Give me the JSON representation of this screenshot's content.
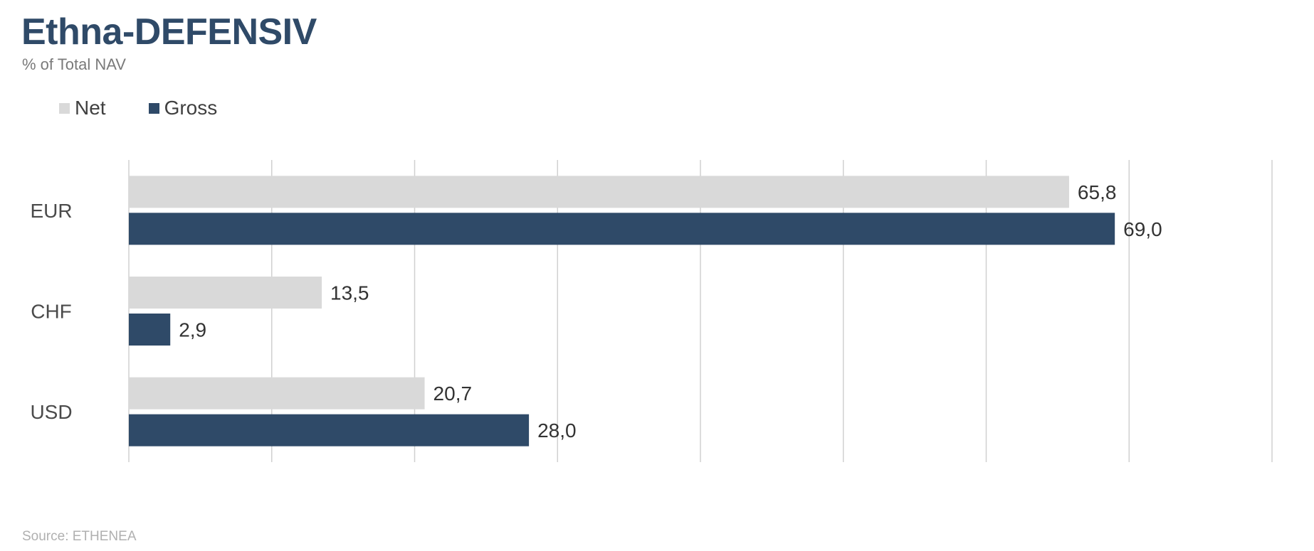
{
  "header": {
    "title": "Ethna-DEFENSIV",
    "subtitle": "% of Total NAV"
  },
  "footer": {
    "source": "Source: ETHENEA"
  },
  "colors": {
    "net": "#d9d9d9",
    "gross": "#2f4a68",
    "grid": "#d0d0d0",
    "label": "#333333",
    "category": "#4a4a4a"
  },
  "chart_data": {
    "type": "bar",
    "orientation": "horizontal",
    "title": "Ethna-DEFENSIV",
    "subtitle": "% of Total NAV",
    "categories": [
      "EUR",
      "CHF",
      "USD"
    ],
    "series": [
      {
        "name": "Net",
        "values": [
          65.8,
          13.5,
          20.7
        ],
        "labels": [
          "65,8",
          "13,5",
          "20,7"
        ]
      },
      {
        "name": "Gross",
        "values": [
          69.0,
          2.9,
          28.0
        ],
        "labels": [
          "69,0",
          "2,9",
          "28,0"
        ]
      }
    ],
    "xlim": [
      0,
      80
    ],
    "grid": true,
    "legend": "top-left",
    "source": "Source: ETHENEA"
  }
}
